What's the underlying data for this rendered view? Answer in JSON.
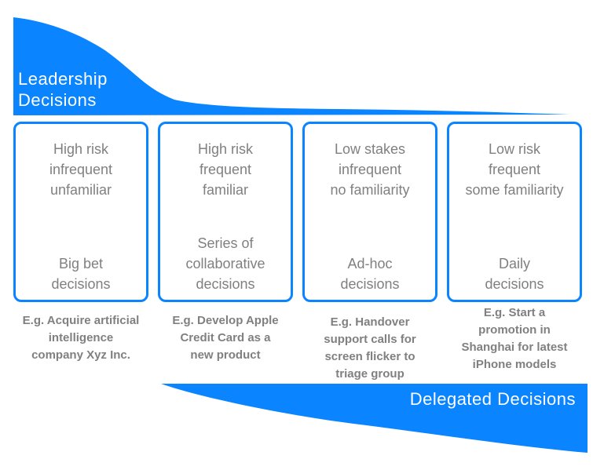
{
  "colors": {
    "blue": "#0b84ff",
    "gray_text": "#808080",
    "white_text": "#ffffff"
  },
  "top_banner": {
    "label": "Leadership\nDecisions"
  },
  "bottom_banner": {
    "label": "Delegated Decisions"
  },
  "columns": [
    {
      "attributes": "High risk\ninfrequent\nunfamiliar",
      "decision_type": "Big bet\ndecisions",
      "example": "E.g. Acquire artificial\nintelligence\ncompany Xyz Inc."
    },
    {
      "attributes": "High risk\nfrequent\nfamiliar",
      "decision_type": "Series of\ncollaborative\ndecisions",
      "example": "E.g. Develop Apple\nCredit Card as a\nnew product"
    },
    {
      "attributes": "Low stakes\ninfrequent\nno familiarity",
      "decision_type": "Ad-hoc\ndecisions",
      "example": "E.g. Handover\nsupport calls for\nscreen flicker to\ntriage group"
    },
    {
      "attributes": "Low risk\nfrequent\nsome familiarity",
      "decision_type": "Daily\ndecisions",
      "example": "E.g. Start a\npromotion in\nShanghai for latest\niPhone models"
    }
  ]
}
